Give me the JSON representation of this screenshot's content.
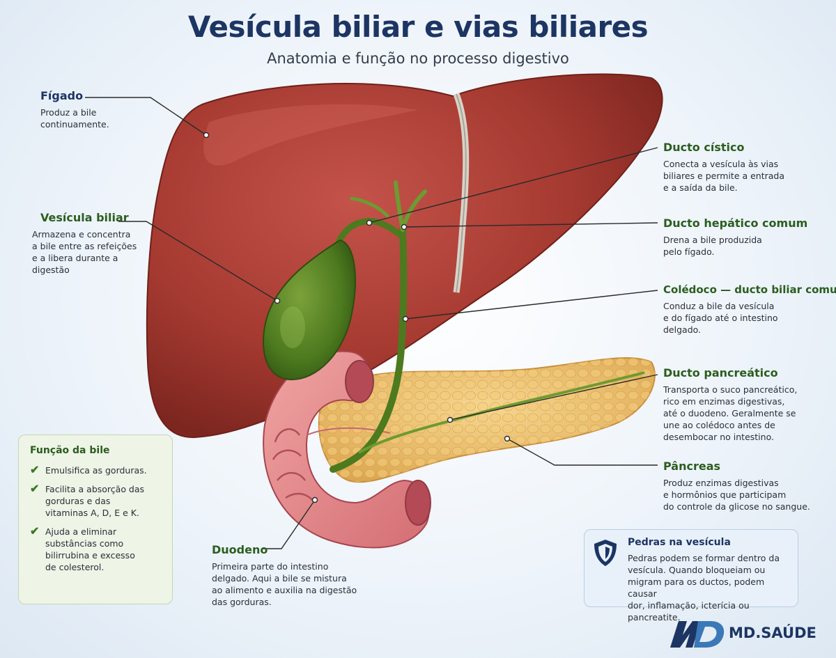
{
  "title": "Vesícula biliar e vias biliares",
  "subtitle": "Anatomia e função no processo digestivo",
  "labels": {
    "figado": {
      "title": "Fígado",
      "lines": [
        "Produz a bile",
        "continuamente."
      ]
    },
    "vesicula": {
      "title": "Vesícula biliar",
      "lines": [
        "Armazena e concentra",
        "a bile entre as refeições",
        "e a libera durante a digestão"
      ]
    },
    "ducto_cistico": {
      "title": "Ducto cístico",
      "lines": [
        "Conecta a vesícula às vias",
        "biliares e permite a entrada",
        "e a saída da bile."
      ]
    },
    "ducto_hepatico": {
      "title": "Ducto hepático comum",
      "lines": [
        "Drena a bile produzida",
        "pelo fígado."
      ]
    },
    "coledoco": {
      "title": "Colédoco — ducto biliar comum",
      "lines": [
        "Conduz a bile da vesícula",
        "e do fígado até o intestino",
        "delgado."
      ]
    },
    "ducto_pancreatico": {
      "title": "Ducto pancreático",
      "lines": [
        "Transporta o suco pancreático,",
        "rico em enzimas digestivas,",
        "até o duodeno. Geralmente se",
        "une ao colédoco antes de",
        "desembocar no intestino."
      ]
    },
    "pancreas": {
      "title": "Pâncreas",
      "lines": [
        "Produz enzimas digestivas",
        "e hormônios que participam",
        "do controle da glicose no sangue."
      ]
    },
    "duodeno": {
      "title": "Duodeno",
      "lines": [
        "Primeira parte do intestino",
        "delgado. Aqui a bile se mistura",
        "ao alimento e auxilia na digestão",
        "das gorduras."
      ]
    }
  },
  "bile_box": {
    "title": "Função da bile",
    "items": [
      [
        "Emulsifica as gorduras."
      ],
      [
        "Facilita a absorção das",
        "gorduras e das",
        "vitaminas A, D, E e K."
      ],
      [
        "Ajuda a eliminar",
        "substâncias como",
        "bilirrubina e excesso",
        "de colesterol."
      ]
    ]
  },
  "stones_box": {
    "title": "Pedras na vesícula",
    "lines": [
      "Pedras podem se formar dentro da",
      "vesícula. Quando bloqueiam ou",
      "migram para os ductos, podem causar",
      "dor, inflamação, icterícia ou pancreatite."
    ]
  },
  "brand": {
    "name": "MD.SAÚDE"
  },
  "colors": {
    "title": "#1c3563",
    "label_green": "#2b5d1f",
    "liver": "#a83a30",
    "gallbladder": "#4f7d22",
    "pancreas": "#eab85a",
    "duodenum": "#d9737a"
  }
}
